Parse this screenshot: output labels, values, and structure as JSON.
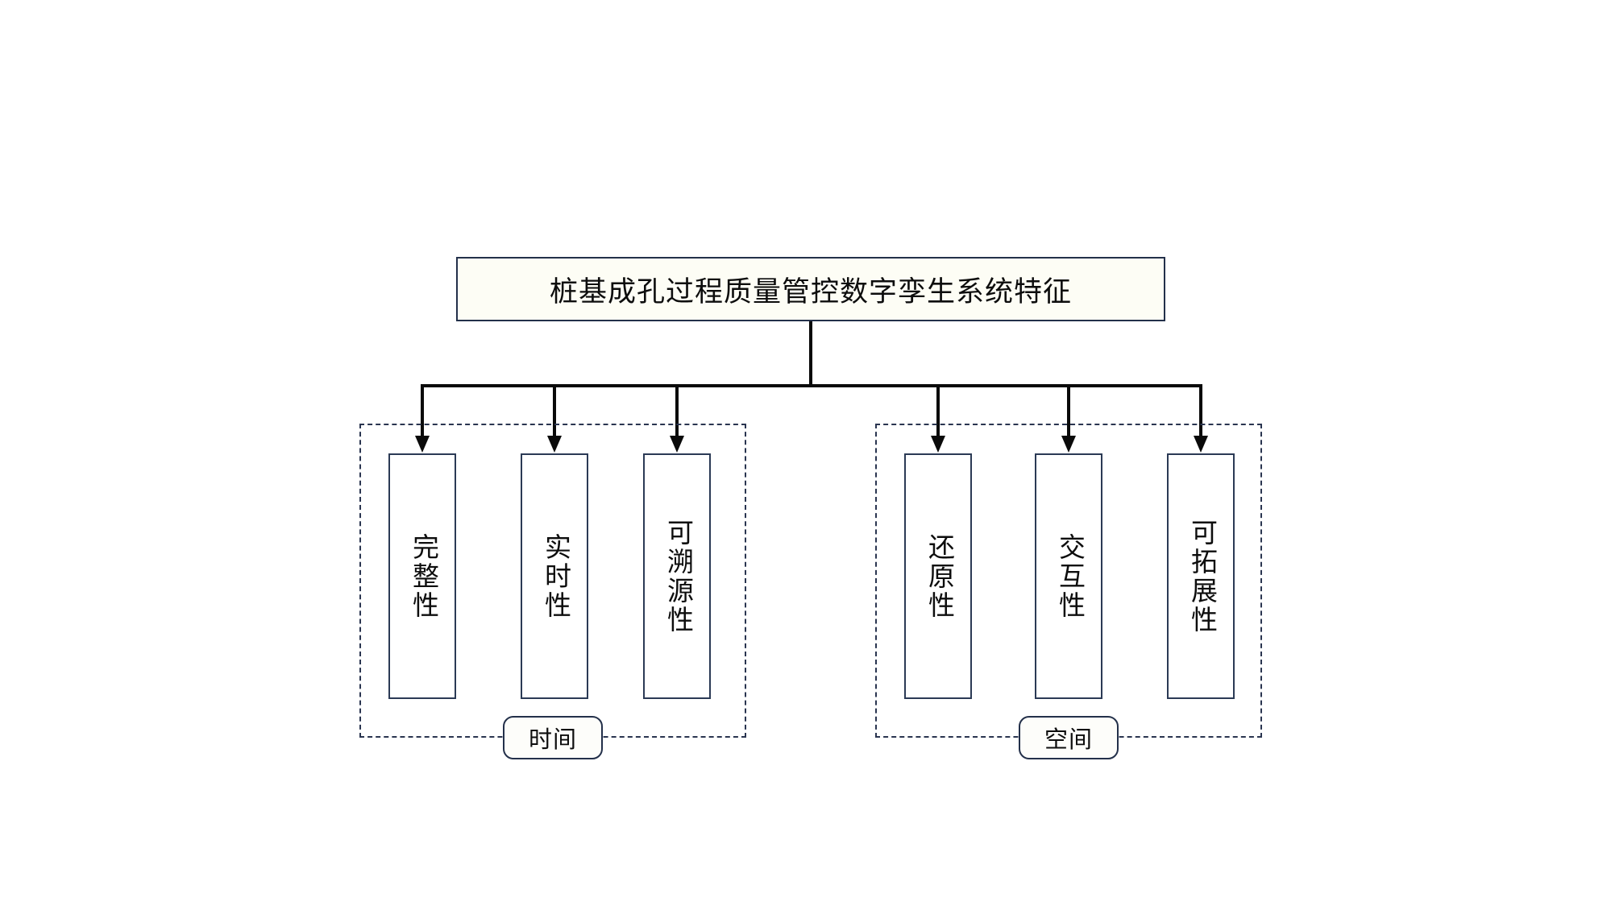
{
  "diagram": {
    "type": "tree-hierarchy",
    "root": {
      "label": "桩基成孔过程质量管控数字孪生系统特征"
    },
    "groups": [
      {
        "id": "time",
        "label": "时间",
        "nodes": [
          {
            "label": "完整性"
          },
          {
            "label": "实时性"
          },
          {
            "label": "可溯源性"
          }
        ]
      },
      {
        "id": "space",
        "label": "空间",
        "nodes": [
          {
            "label": "还原性"
          },
          {
            "label": "交互性"
          },
          {
            "label": "可拓展性"
          }
        ]
      }
    ],
    "colors": {
      "box_border": "#2b3a55",
      "root_border": "#23304a",
      "root_fill": "#fdfdf5",
      "connector": "#0a0a0a",
      "dashed_border": "#2a3550",
      "text": "#0d0d0d",
      "background": "#ffffff"
    }
  }
}
